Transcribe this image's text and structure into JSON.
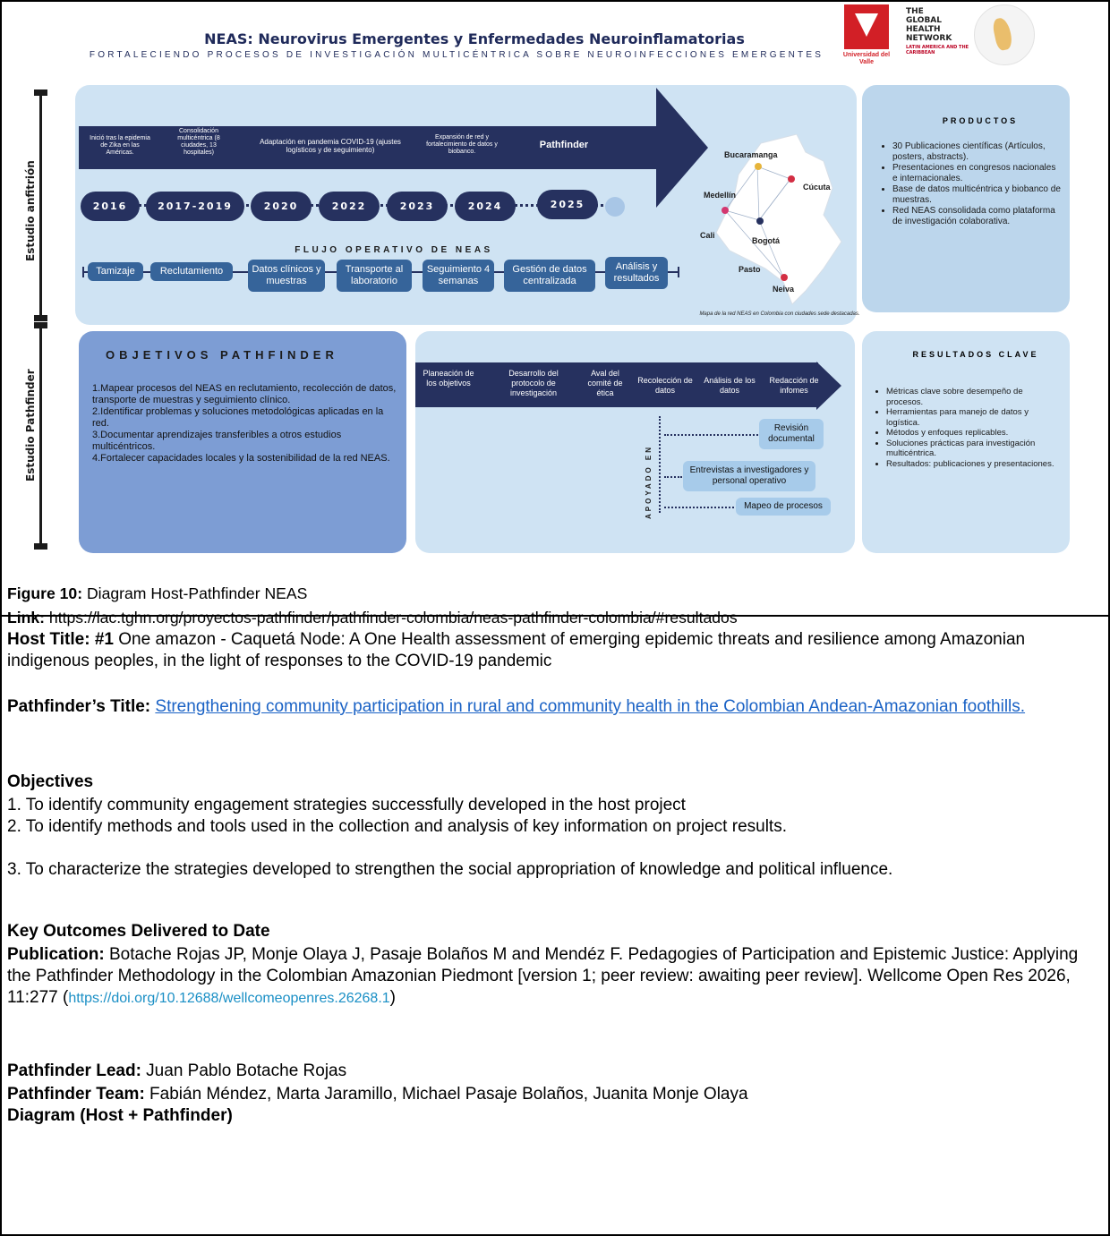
{
  "infographic": {
    "title": "NEAS: Neurovirus Emergentes y Enfermedades Neuroinflamatorias",
    "subtitle": "FORTALECIENDO PROCESOS DE INVESTIGACIÓN MULTICÉNTRICA SOBRE NEUROINFECCIONES EMERGENTES",
    "logo_univ": "Universidad del Valle",
    "logo_tghn": [
      "THE",
      "GLOBAL",
      "HEALTH",
      "NETWORK"
    ],
    "logo_tghn_small": "LATIN AMERICA AND THE CARIBBEAN",
    "side_host": "Estudio anfitrión",
    "side_pathfinder": "Estudio Pathfinder",
    "phases": [
      "Inició tras la epidemia de Zika en las Américas.",
      "Consolidación multicéntrica (8 ciudades, 13 hospitales)",
      "Adaptación en pandemia COVID-19 (ajustes logísticos y de seguimiento)",
      "Expansión de red y fortalecimiento de datos y biobanco.",
      "Pathfinder"
    ],
    "years": [
      "2016",
      "2017-2019",
      "2020",
      "2022",
      "2023",
      "2024",
      "2025"
    ],
    "flow_title": "FLUJO OPERATIVO DE NEAS",
    "flow_steps": [
      "Tamizaje",
      "Reclutamiento",
      "Datos clínicos y muestras",
      "Transporte al laboratorio",
      "Seguimiento 4 semanas",
      "Gestión de datos centralizada",
      "Análisis y resultados"
    ],
    "cities": [
      "Bucaramanga",
      "Cúcuta",
      "Medellín",
      "Cali",
      "Bogotá",
      "Pasto",
      "Neiva"
    ],
    "map_caption": "Mapa de la red NEAS en Colombia con ciudades sede destacadas.",
    "products_title": "PRODUCTOS",
    "products": [
      "30 Publicaciones científicas (Artículos, posters, abstracts).",
      "Presentaciones en congresos nacionales e internacionales.",
      "Base de datos multicéntrica y biobanco de muestras.",
      "Red NEAS consolidada como plataforma de investigación colaborativa."
    ],
    "objectives_title": "OBJETIVOS PATHFINDER",
    "objectives": [
      "1.Mapear procesos del NEAS en reclutamiento, recolección de datos, transporte de muestras y seguimiento clínico.",
      "2.Identificar problemas y soluciones metodológicas aplicadas en la red.",
      "3.Documentar aprendizajes transferibles a otros estudios multicéntricos.",
      "4.Fortalecer capacidades locales y la sostenibilidad de la red NEAS."
    ],
    "pf_steps": [
      "Planeación de los objetivos",
      "Desarrollo del protocolo de investigación",
      "Aval del comité de ética",
      "Recolección de datos",
      "Análisis de los datos",
      "Redacción de infomes"
    ],
    "apoyado": "APOYADO EN",
    "support": [
      "Revisión documental",
      "Entrevistas a investigadores y personal operativo",
      "Mapeo de procesos"
    ],
    "results_title": "RESULTADOS CLAVE",
    "results": [
      "Métricas clave sobre desempeño de procesos.",
      "Herramientas para manejo de datos y logística.",
      "Métodos y enfoques replicables.",
      "Soluciones prácticas para investigación multicéntrica.",
      "Resultados: publicaciones y presentaciones."
    ]
  },
  "caption": {
    "label": "Figure 10:",
    "text": " Diagram Host-Pathfinder NEAS"
  },
  "link": {
    "label": "Link:",
    "url": " https://lac.tghn.org/proyectos-pathfinder/pathfinder-colombia/neas-pathfinder-colombia/#resultados"
  },
  "host": {
    "label": "Host Title: #1",
    "text": " One amazon - Caquetá Node: A One Health assessment of emerging epidemic threats and resilience among Amazonian indigenous peoples, in the light of responses to the COVID-19 pandemic"
  },
  "pathfinder_title": {
    "label": "Pathfinder’s Title:",
    "text": "Strengthening community participation in rural and community health in the Colombian Andean-Amazonian foothills."
  },
  "objectives_heading": "Objectives",
  "objectives": [
    "1. To identify community engagement strategies successfully developed in the host project",
    "2. To identify methods and tools used in the collection and analysis of key information on project results.",
    "3. To characterize the strategies developed to strengthen the social appropriation of knowledge and political influence."
  ],
  "outcomes_heading": "Key Outcomes Delivered to Date",
  "publication": {
    "label": "Publication:",
    "text": " Botache Rojas JP, Monje Olaya J, Pasaje Bolaños M and Mendéz F. Pedagogies of Participation and Epistemic Justice: Applying the Pathfinder Methodology in the Colombian Amazonian Piedmont [version 1; peer review: awaiting peer review]. Wellcome Open Res 2026, 11:277 (",
    "doi": "https://doi.org/10.12688/wellcomeopenres.26268.1",
    "close": ")"
  },
  "lead": {
    "label": "Pathfinder Lead:",
    "text": " Juan Pablo Botache Rojas"
  },
  "team": {
    "label": "Pathfinder Team:",
    "text": " Fabián Méndez, Marta Jaramillo, Michael Pasaje Bolaños, Juanita Monje Olaya"
  },
  "diagram_heading": "Diagram (Host + Pathfinder)"
}
